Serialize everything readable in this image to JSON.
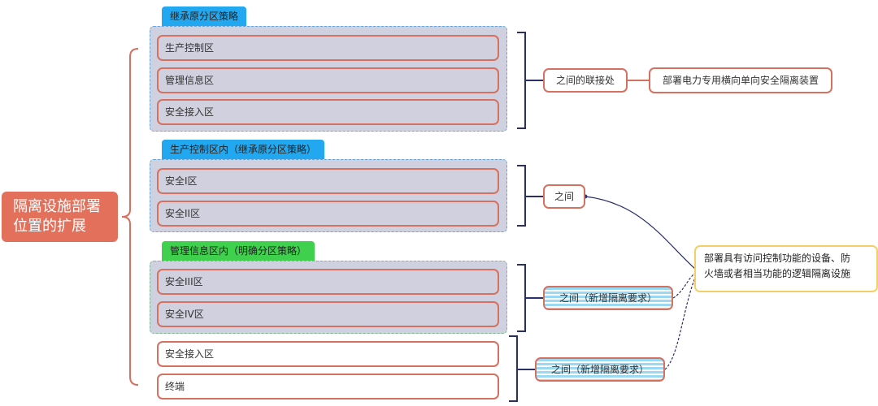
{
  "root": {
    "label_line1": "隔离设施部署",
    "label_line2": "位置的扩展"
  },
  "groups": [
    {
      "tag": "继承原分区策略",
      "items": [
        "生产控制区",
        "管理信息区",
        "安全接入区"
      ]
    },
    {
      "tag": "生产控制区内（继承原分区策略）",
      "items": [
        "安全I区",
        "安全II区"
      ]
    },
    {
      "tag": "管理信息区内（明确分区策略）",
      "items": [
        "安全III区",
        "安全IV区"
      ]
    }
  ],
  "ungrouped": {
    "items": [
      "安全接入区",
      "终端"
    ]
  },
  "connectors": [
    "之间的联接处",
    "之间",
    "之间（新增隔离要求）",
    "之间（新增隔离要求）"
  ],
  "device_note": "部署电力专用横向单向安全隔离装置",
  "callout": {
    "line1": "部署具有访问控制功能的设备、防",
    "line2": "火墙或者相当功能的逻辑隔离设施"
  },
  "colors": {
    "root": "#e2705b",
    "node_border": "#d6705f",
    "bracket": "#2a2f6b",
    "tag_blue": "#21a8f0",
    "tag_green": "#3fd04d",
    "callout_border": "#f4cf66"
  }
}
